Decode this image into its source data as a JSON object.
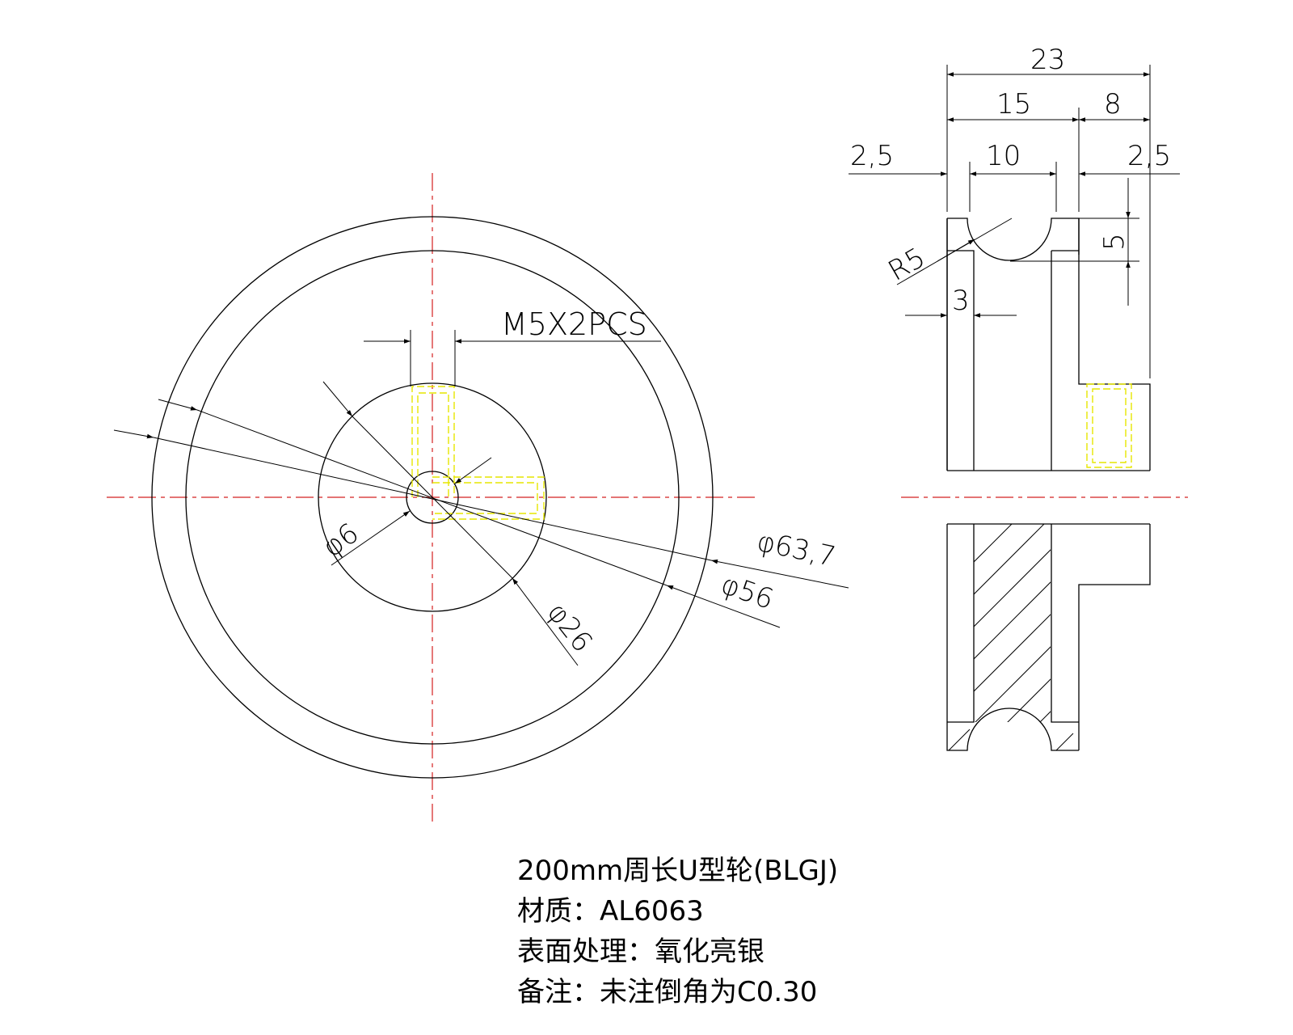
{
  "front_view": {
    "thread_label": "M5X2PCS",
    "dims": {
      "d_bore": "φ6",
      "d_hub": "φ26",
      "d_groove": "φ56",
      "d_outer": "φ63,7"
    }
  },
  "side_view": {
    "dims": {
      "total_width": "23",
      "groove_section_width": "15",
      "hub_width": "8",
      "flange_left": "2,5",
      "groove_width": "10",
      "flange_right": "2,5",
      "groove_depth": "5",
      "web_thickness": "3",
      "groove_radius": "R5"
    }
  },
  "notes": {
    "title": "200mm周长U型轮(BLGJ)",
    "material": "材质：AL6063",
    "surface": "表面处理：氧化亮银",
    "remark": "备注：未注倒角为C0.30"
  },
  "colors": {
    "centerline": "#d42020",
    "hidden_line": "#e6e600",
    "outline": "#000000"
  }
}
